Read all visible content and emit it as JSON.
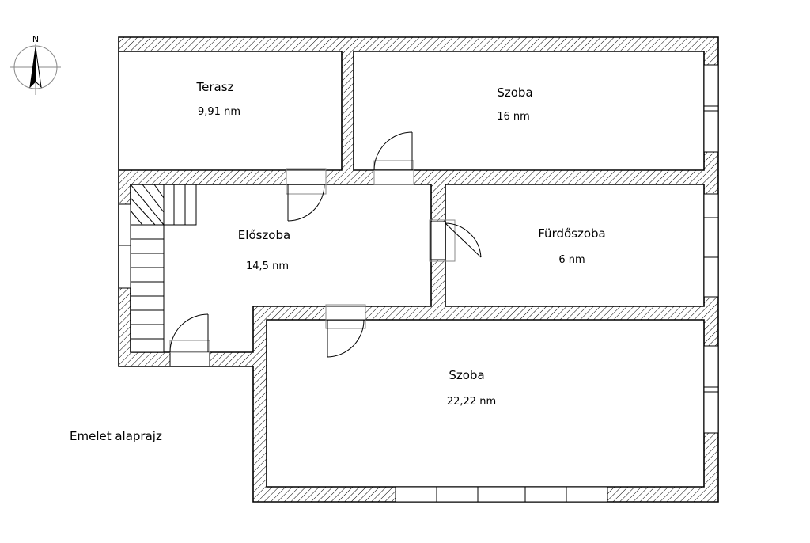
{
  "compass": {
    "north_label": "N",
    "icon": "north-arrow-icon"
  },
  "rooms": {
    "terasz": {
      "name": "Terasz",
      "area": "9,91 nm"
    },
    "szoba_top": {
      "name": "Szoba",
      "area": "16 nm"
    },
    "eloszoba": {
      "name": "Előszoba",
      "area": "14,5 nm"
    },
    "furdoszoba": {
      "name": "Fürdőszoba",
      "area": "6 nm"
    },
    "szoba_bottom": {
      "name": "Szoba",
      "area": "22,22 nm"
    }
  },
  "caption": "Emelet alaprajz",
  "colors": {
    "wall_outline": "#000000",
    "hatch": "#000000",
    "background": "#ffffff"
  }
}
